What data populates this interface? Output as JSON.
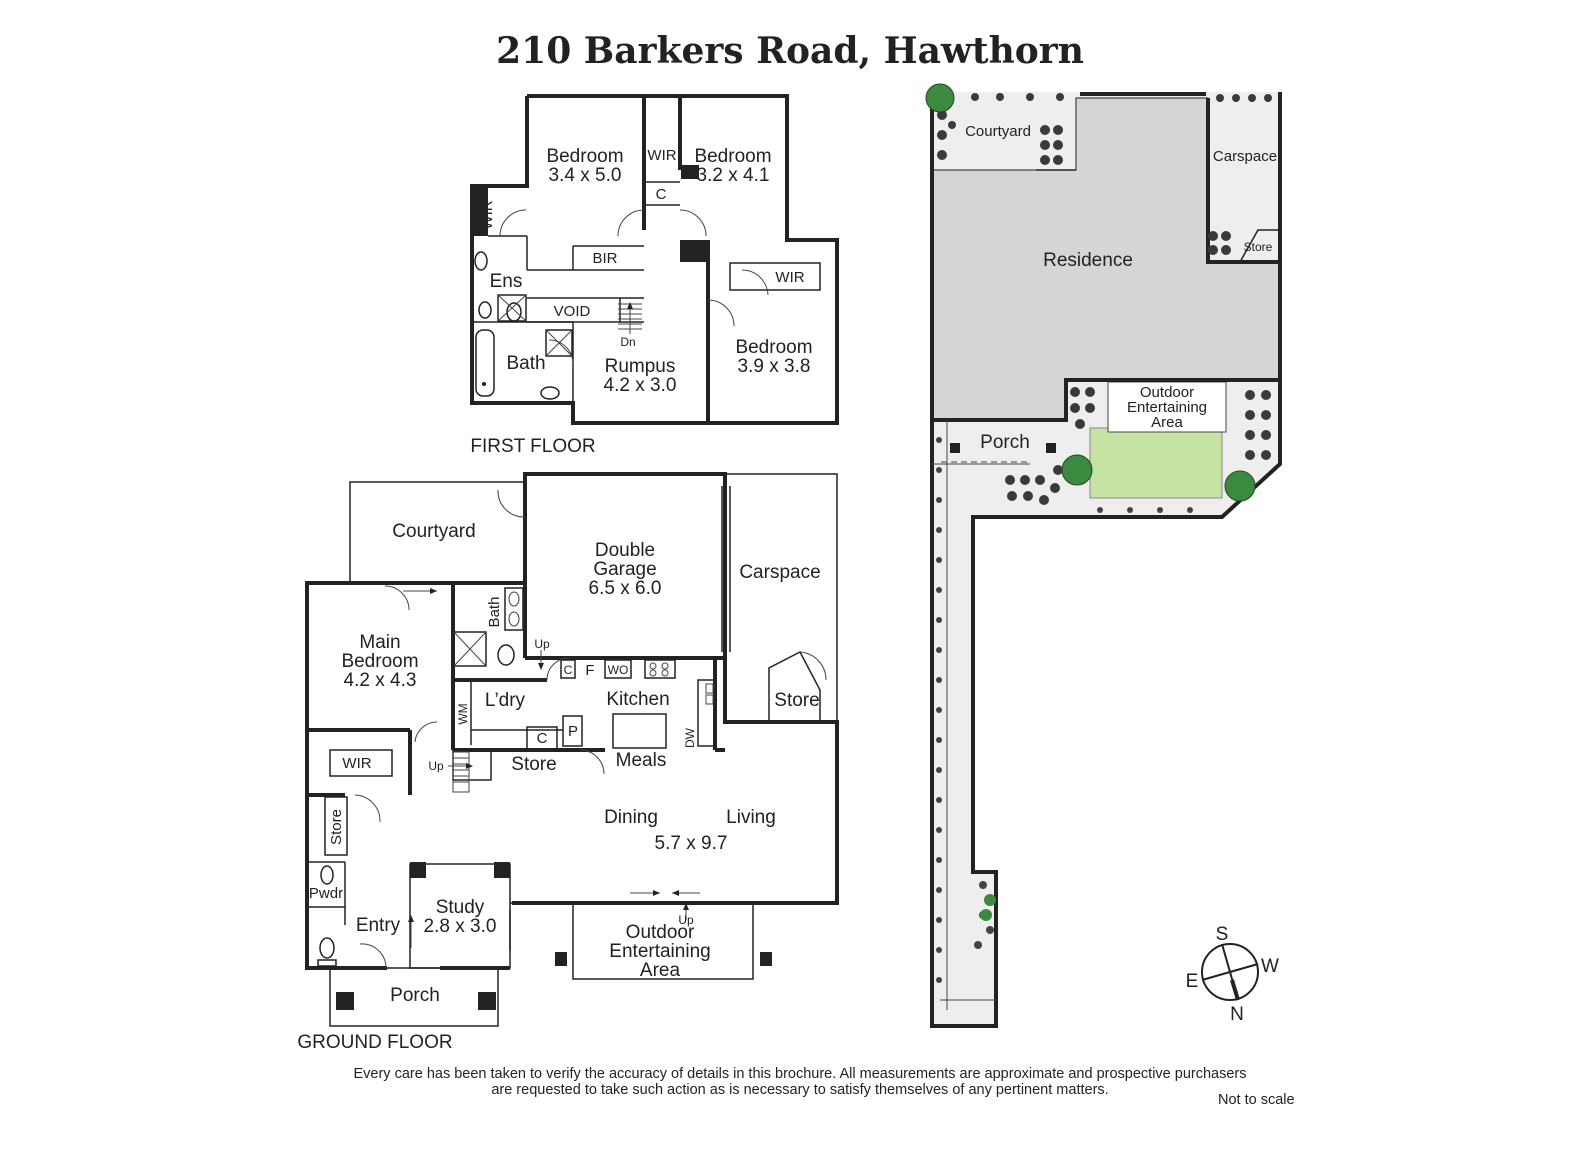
{
  "title": "210 Barkers Road, Hawthorn",
  "floor_labels": {
    "first": "FIRST FLOOR",
    "ground": "GROUND FLOOR"
  },
  "first_floor": {
    "bedroom_nw": {
      "name": "Bedroom",
      "dims": "3.4 x 5.0"
    },
    "bedroom_ne": {
      "name": "Bedroom",
      "dims": "3.2 x 4.1"
    },
    "bedroom_se": {
      "name": "Bedroom",
      "dims": "3.9 x 3.8"
    },
    "rumpus": {
      "name": "Rumpus",
      "dims": "4.2 x 3.0"
    },
    "labels": {
      "wir1": "WIR",
      "wir2": "WIR",
      "wir3": "WIR",
      "c": "C",
      "bir": "BIR",
      "ens": "Ens",
      "void": "VOID",
      "bath": "Bath",
      "dn": "Dn"
    }
  },
  "ground_floor": {
    "courtyard": "Courtyard",
    "garage": {
      "line1": "Double",
      "line2": "Garage",
      "dims": "6.5 x 6.0"
    },
    "carspace": "Carspace",
    "main_bedroom": {
      "line1": "Main",
      "line2": "Bedroom",
      "dims": "4.2 x 4.3"
    },
    "bath": "Bath",
    "up1": "Up",
    "c": "C",
    "f": "F",
    "wo": "WO",
    "kitchen": "Kitchen",
    "store_right": "Store",
    "laundry": "L’dry",
    "wm": "WM",
    "c2": "C",
    "p": "P",
    "dw": "DW",
    "meals": "Meals",
    "wir": "WIR",
    "up2": "Up",
    "store_mid": "Store",
    "dining": "Dining",
    "living": "Living",
    "living_dims": "5.7 x 9.7",
    "store_left": "Store",
    "pwdr": "Pwdr",
    "study": {
      "name": "Study",
      "dims": "2.8 x 3.0"
    },
    "entry": "Entry",
    "up3": "Up",
    "outdoor": {
      "line1": "Outdoor",
      "line2": "Entertaining",
      "line3": "Area"
    },
    "porch": "Porch"
  },
  "site_plan": {
    "courtyard": "Courtyard",
    "carspace": "Carspace",
    "store": "Store",
    "residence": "Residence",
    "outdoor": {
      "line1": "Outdoor",
      "line2": "Entertaining",
      "line3": "Area"
    },
    "porch": "Porch"
  },
  "compass": {
    "s": "S",
    "w": "W",
    "e": "E",
    "n": "N"
  },
  "disclaimer": {
    "line1": "Every care has been taken to verify the accuracy of details in this brochure.  All measurements are approximate and prospective purchasers",
    "line2": "are requested to take such action as is necessary to satisfy themselves of any pertinent matters."
  },
  "not_to_scale": "Not to scale",
  "colors": {
    "residence": "#d5d5d5",
    "paving": "#eeeeee",
    "lawn": "#c6e3a4",
    "tree": "#3b8a3f",
    "wall": "#222222"
  }
}
